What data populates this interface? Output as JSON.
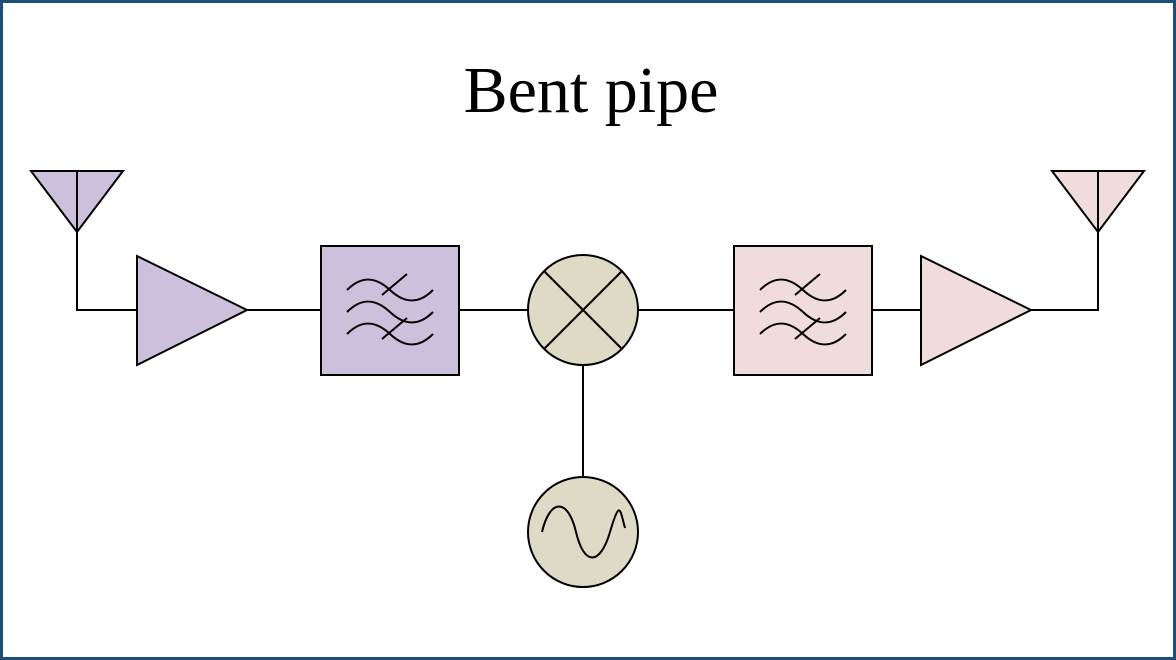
{
  "diagram": {
    "title": "Bent pipe",
    "colors": {
      "uplink": "#cbc1dc",
      "downlink": "#f0dcdc",
      "mixer": "#dddac5",
      "border": "#1f4e79"
    },
    "components": [
      {
        "id": "rx-antenna",
        "icon": "antenna-icon"
      },
      {
        "id": "rx-amplifier",
        "icon": "amplifier-icon"
      },
      {
        "id": "rx-filter",
        "icon": "bandpass-filter-icon"
      },
      {
        "id": "mixer",
        "icon": "mixer-icon"
      },
      {
        "id": "local-oscillator",
        "icon": "oscillator-icon"
      },
      {
        "id": "tx-filter",
        "icon": "bandpass-filter-icon"
      },
      {
        "id": "tx-amplifier",
        "icon": "amplifier-icon"
      },
      {
        "id": "tx-antenna",
        "icon": "antenna-icon"
      }
    ]
  }
}
